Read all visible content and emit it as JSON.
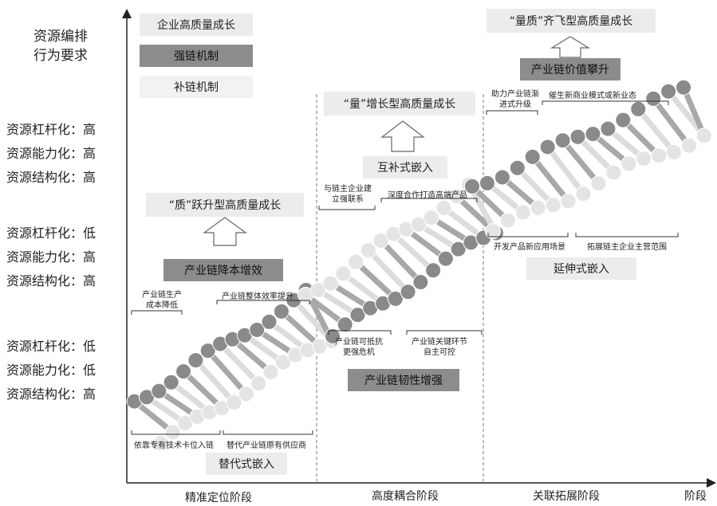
{
  "y_axis": {
    "title_line1": "资源编排",
    "title_line2": "行为要求",
    "groups": [
      [
        "资源杠杆化：高",
        "资源能力化：高",
        "资源结构化：高"
      ],
      [
        "资源杠杆化：低",
        "资源能力化：高",
        "资源结构化：高"
      ],
      [
        "资源杠杆化：低",
        "资源能力化：低",
        "资源结构化：高"
      ]
    ]
  },
  "legend": {
    "enterprise_growth": "企业高质量成长",
    "strong_chain": "强链机制",
    "supplement_chain": "补链机制"
  },
  "stage1": {
    "growth_label": "“质”跃升型高质量成长",
    "chain_label": "产业链降本增效",
    "note_cost": [
      "产业链生产",
      "成本降低"
    ],
    "note_efficiency": "产业链整体效率提升",
    "note_rely": "依靠专有技术卡位入链",
    "note_replace": "替代产业链原有供应商",
    "embed_label": "替代式嵌入"
  },
  "stage2": {
    "growth_label": "“量”增长型高质量成长",
    "embed_label": "互补式嵌入",
    "note_link": [
      "与链主企业建",
      "立强联系"
    ],
    "note_deep": "深度合作打造高端产品",
    "note_resist": [
      "产业链可抵抗",
      "更强危机"
    ],
    "note_key": [
      "产业链关键环节",
      "自主可控"
    ],
    "chain_label": "产业链韧性增强"
  },
  "stage3": {
    "growth_label": "“量质”齐飞型高质量成长",
    "chain_label": "产业链价值攀升",
    "note_upgrade": [
      "助力产业链渐",
      "进式升级"
    ],
    "note_new": "催生新商业模式或新业态",
    "note_develop": "开发产品新应用场景",
    "note_expand": "拓展链主企业主营范围",
    "embed_label": "延伸式嵌入"
  },
  "x_axis": {
    "stages": [
      "精准定位阶段",
      "高度耦合阶段",
      "关联拓展阶段"
    ],
    "title": "阶段"
  },
  "colors": {
    "node_dark": "#8a8a8a",
    "node_light": "#e4e4e4",
    "strand_dark": "#a8a8a8",
    "strand_light": "#dcdcdc"
  }
}
